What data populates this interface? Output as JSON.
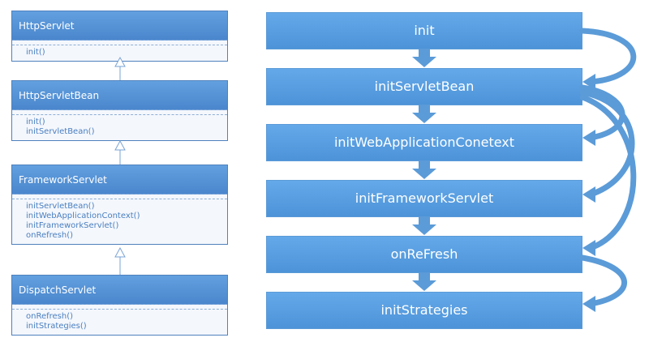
{
  "uml": {
    "classes": [
      {
        "name": "HttpServlet",
        "methods": [
          "init()"
        ]
      },
      {
        "name": "HttpServletBean",
        "methods": [
          "init()",
          "initServletBean()"
        ]
      },
      {
        "name": "FrameworkServlet",
        "methods": [
          "initServletBean()",
          "initWebApplicationContext()",
          "initFrameworkServlet()",
          "onRefresh()"
        ]
      },
      {
        "name": "DispatchServlet",
        "methods": [
          "onRefresh()",
          "initStrategies()"
        ]
      }
    ]
  },
  "flow": {
    "steps": [
      {
        "label": "init"
      },
      {
        "label": "initServletBean"
      },
      {
        "label": "initWebApplicationConetext"
      },
      {
        "label": "initFrameworkServlet"
      },
      {
        "label": "onReFresh"
      },
      {
        "label": "initStrategies"
      }
    ]
  },
  "colors": {
    "uml_header": "#4a86cc",
    "uml_border": "#4f81bd",
    "uml_method_text": "#4a7fc0",
    "flow_box": "#559ddf",
    "arrow": "#5b9bd8"
  }
}
